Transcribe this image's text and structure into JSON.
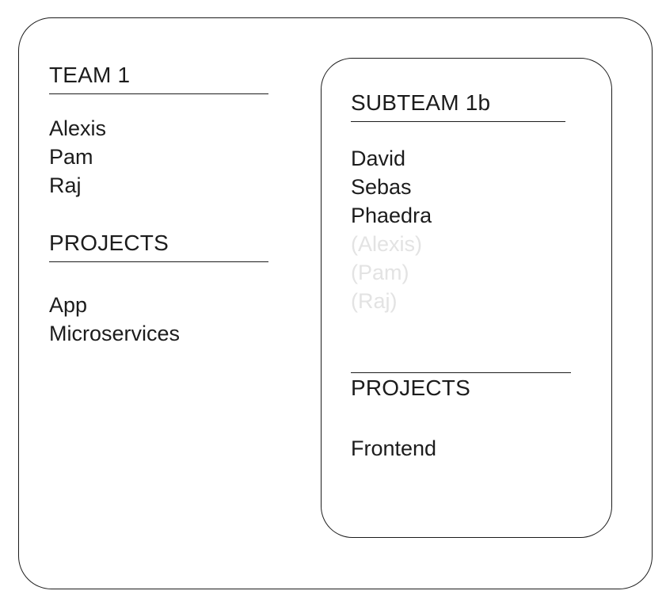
{
  "diagram": {
    "title": "Team and subteam membership inheritance diagram",
    "colors": {
      "stroke": "#1c1c1c",
      "text": "#1c1c1c",
      "inherited_text": "#e3e3e3",
      "background": "#ffffff"
    }
  },
  "team": {
    "name": "TEAM 1",
    "members_section": {
      "members": [
        {
          "label": "Alexis",
          "inherited": false
        },
        {
          "label": "Pam",
          "inherited": false
        },
        {
          "label": "Raj",
          "inherited": false
        }
      ]
    },
    "projects_section": {
      "title": "PROJECTS",
      "rule_position": "below",
      "projects": [
        {
          "label": "App"
        },
        {
          "label": "Microservices"
        }
      ]
    }
  },
  "subteam": {
    "name": "SUBTEAM 1b",
    "members_section": {
      "members": [
        {
          "label": "David",
          "inherited": false
        },
        {
          "label": "Sebas",
          "inherited": false
        },
        {
          "label": "Phaedra",
          "inherited": false
        },
        {
          "label": "(Alexis)",
          "inherited": true
        },
        {
          "label": "(Pam)",
          "inherited": true
        },
        {
          "label": "(Raj)",
          "inherited": true
        }
      ]
    },
    "projects_section": {
      "title": "PROJECTS",
      "rule_position": "above",
      "projects": [
        {
          "label": "Frontend"
        }
      ]
    }
  }
}
